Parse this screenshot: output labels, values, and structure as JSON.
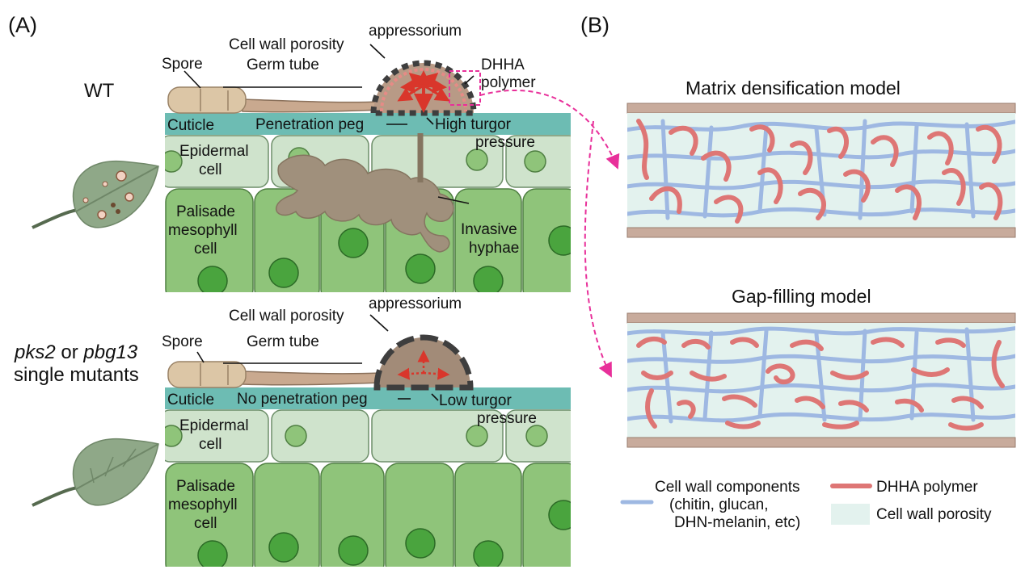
{
  "panel_a": {
    "label": "(A)",
    "wt": {
      "strain": "WT",
      "labels": {
        "cell_wall_porosity": "Cell wall porosity",
        "appressorium": "appressorium",
        "spore": "Spore",
        "germ_tube": "Germ tube",
        "dhha_line1": "DHHA",
        "dhha_line2": "polymer",
        "cuticle": "Cuticle",
        "penetration_peg": "Penetration peg",
        "turgor_line1": "High turgor",
        "turgor_line2": "pressure",
        "epidermal_line1": "Epidermal",
        "epidermal_line2": "cell",
        "palisade_line1": "Palisade",
        "palisade_line2": "mesophyll",
        "palisade_line3": "cell",
        "invasive_line1": "Invasive",
        "invasive_line2": "hyphae"
      }
    },
    "mutant": {
      "strain_italic1": "pks2",
      "strain_mid": " or ",
      "strain_italic2": "pbg13",
      "strain_line2": "single mutants",
      "labels": {
        "cell_wall_porosity": "Cell wall porosity",
        "appressorium": "appressorium",
        "spore": "Spore",
        "germ_tube": "Germ tube",
        "cuticle": "Cuticle",
        "no_peg": "No penetration peg",
        "turgor_line1": "Low turgor",
        "turgor_line2": "pressure",
        "epidermal_line1": "Epidermal",
        "epidermal_line2": "cell",
        "palisade_line1": "Palisade",
        "palisade_line2": "mesophyll",
        "palisade_line3": "cell"
      }
    }
  },
  "panel_b": {
    "label": "(B)",
    "model1_title": "Matrix densification model",
    "model2_title": "Gap-filling model",
    "legend": {
      "components_line1": "Cell wall components",
      "components_line2": "(chitin, glucan,",
      "components_line3": "DHN-melanin, etc)",
      "dhha": "DHHA  polymer",
      "porosity": "Cell wall porosity"
    }
  },
  "colors": {
    "cuticle": "#6dbcb3",
    "epidermal": "#cfe3cc",
    "palisade": "#8fc47a",
    "chloroplast": "#4aa43e",
    "fungus": "#a0907c",
    "appressorium_fill": "#b89a86",
    "spore": "#dcc6a6",
    "cell_wall_component": "#9eb8e2",
    "dhha_polymer": "#de7675",
    "porosity": "#e3f2ee",
    "wall_band": "#c8ab9c",
    "arrow_red": "#d9362b",
    "dash_magenta": "#e8309a"
  }
}
